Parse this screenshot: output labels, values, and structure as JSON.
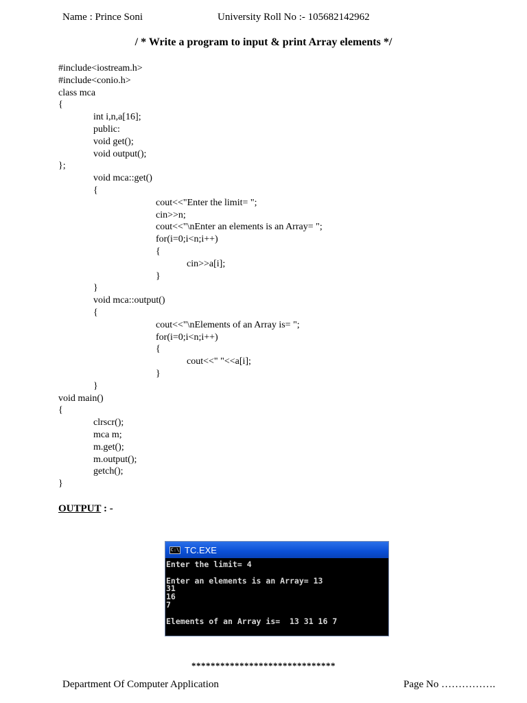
{
  "header": {
    "name": "Name : Prince Soni",
    "roll": "University Roll No :- 105682142962"
  },
  "title": "/ * Write a program to input & print Array elements */",
  "code_lines": [
    {
      "indent": 0,
      "text": "#include<iostream.h>"
    },
    {
      "indent": 0,
      "text": "#include<conio.h>"
    },
    {
      "indent": 0,
      "text": "class mca"
    },
    {
      "indent": 0,
      "text": "{"
    },
    {
      "indent": 1,
      "text": "int i,n,a[16];"
    },
    {
      "indent": 1,
      "text": "public:"
    },
    {
      "indent": 1,
      "text": "void get();"
    },
    {
      "indent": 1,
      "text": "void output();"
    },
    {
      "indent": 0,
      "text": "};"
    },
    {
      "indent": 1,
      "text": "void mca::get()"
    },
    {
      "indent": 1,
      "text": "{"
    },
    {
      "indent": 2,
      "text": "cout<<\"Enter the limit= \";"
    },
    {
      "indent": 2,
      "text": "cin>>n;"
    },
    {
      "indent": 2,
      "text": "cout<<\"\\nEnter an elements is an Array= \";"
    },
    {
      "indent": 2,
      "text": "for(i=0;i<n;i++)"
    },
    {
      "indent": 2,
      "text": "{"
    },
    {
      "indent": 3,
      "text": "cin>>a[i];"
    },
    {
      "indent": 2,
      "text": "}"
    },
    {
      "indent": 1,
      "text": "}"
    },
    {
      "indent": 1,
      "text": "void mca::output()"
    },
    {
      "indent": 1,
      "text": "{"
    },
    {
      "indent": 2,
      "text": "cout<<\"\\nElements of an Array is= \";"
    },
    {
      "indent": 2,
      "text": "for(i=0;i<n;i++)"
    },
    {
      "indent": 2,
      "text": "{"
    },
    {
      "indent": 3,
      "text": "cout<<\" \"<<a[i];"
    },
    {
      "indent": 2,
      "text": "}"
    },
    {
      "indent": 1,
      "text": "}"
    },
    {
      "indent": 0,
      "text": "void main()"
    },
    {
      "indent": 0,
      "text": "{"
    },
    {
      "indent": 1,
      "text": "clrscr();"
    },
    {
      "indent": 1,
      "text": "mca m;"
    },
    {
      "indent": 1,
      "text": "m.get();"
    },
    {
      "indent": 1,
      "text": "m.output();"
    },
    {
      "indent": 1,
      "text": "getch();"
    },
    {
      "indent": 0,
      "text": "}"
    }
  ],
  "output_label": "OUTPUT",
  "output_suffix": " : -",
  "console": {
    "icon_text": "C:\\",
    "title": "TC.EXE",
    "lines": [
      "Enter the limit= 4",
      "",
      "Enter an elements is an Array= 13",
      "31",
      "16",
      "7",
      "",
      "Elements of an Array is=  13 31 16 7"
    ],
    "bg_color": "#000000",
    "titlebar_color": "#0a4fd6"
  },
  "separator": "******************************",
  "footer": {
    "department": "Department Of Computer Application",
    "page": "Page No ……………."
  }
}
